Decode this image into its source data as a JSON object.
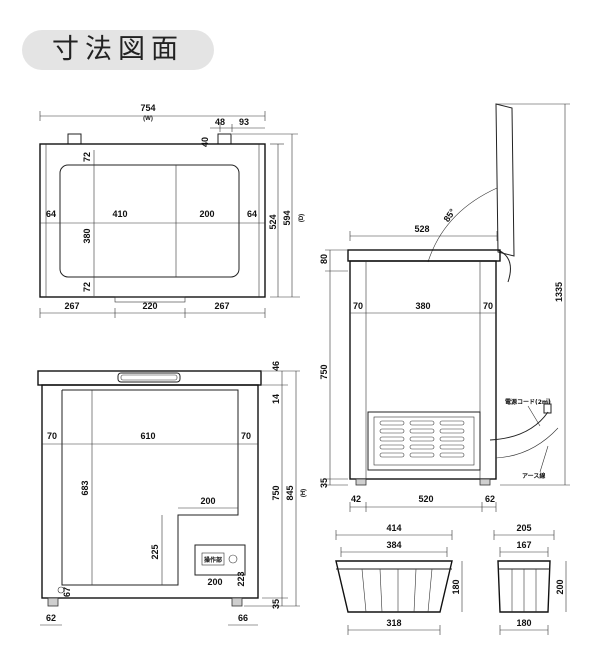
{
  "title": "寸法図面",
  "top_view": {
    "width": "754",
    "width_note": "(W)",
    "w48": "48",
    "w93": "93",
    "h40": "40",
    "h72_top": "72",
    "w64_left": "64",
    "w410": "410",
    "w200": "200",
    "w64_right": "64",
    "h380": "380",
    "h72_bottom": "72",
    "h524": "524",
    "h594": "594",
    "d_note": "(D)",
    "w267_left": "267",
    "w220": "220",
    "w267_right": "267"
  },
  "front_view": {
    "h46": "46",
    "h14": "14",
    "w70_left": "70",
    "w610": "610",
    "w70_right": "70",
    "h683": "683",
    "w200_mid": "200",
    "h225": "225",
    "w200_low": "200",
    "h223": "223",
    "h67": "67",
    "h750": "750",
    "h845": "845",
    "h_note": "(H)",
    "h35": "35",
    "w62": "62",
    "w66": "66",
    "panel_label": "操作部"
  },
  "side_view": {
    "w528": "528",
    "angle": "85°",
    "h80": "80",
    "w70_left": "70",
    "w380": "380",
    "w70_right": "70",
    "h750": "750",
    "h35": "35",
    "w42": "42",
    "w520": "520",
    "w62": "62",
    "h1335": "1335",
    "cord_label": "電源コード(2m)",
    "ground_label": "アース線"
  },
  "basket_large": {
    "w414": "414",
    "w384": "384",
    "h180": "180",
    "w318": "318"
  },
  "basket_small": {
    "w205": "205",
    "w167": "167",
    "h200": "200",
    "w180": "180"
  }
}
